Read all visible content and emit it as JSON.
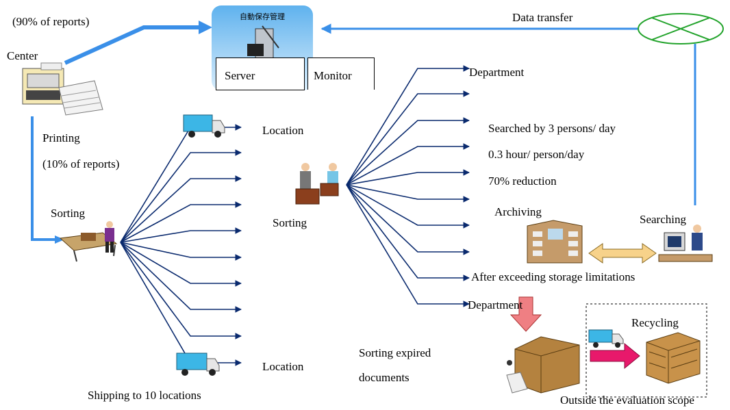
{
  "labels": {
    "pct90": "(90% of reports)",
    "center": "Center",
    "printing": "Printing",
    "pct10": "(10% of reports)",
    "sorting_left": "Sorting",
    "location_top": "Location",
    "location_bottom": "Location",
    "shipping": "Shipping to 10 locations",
    "sorting_mid": "Sorting",
    "sorting_expired_1": "Sorting expired",
    "sorting_expired_2": "documents",
    "department_top": "Department",
    "searched": "Searched by 3 persons/ day",
    "hours": "0.3 hour/ person/day",
    "reduction": "70% reduction",
    "archiving": "Archiving",
    "searching": "Searching",
    "after_exceeding": "After exceeding storage limitations",
    "department_bottom": "Department",
    "recycling": "Recycling",
    "outside_scope": "Outside the evaluation scope",
    "data_transfer": "Data transfer",
    "server": "Server",
    "monitor": "Monitor",
    "server_title": "自動保存管理"
  },
  "colors": {
    "flow_blue": "#3a8fe8",
    "tree_navy": "#0a2a6e",
    "network_green": "#22a32b",
    "pink_arrow": "#ef7f83",
    "magenta_arrow": "#e8196b",
    "double_arrow": "#f7d28a",
    "server_grad_top": "#5fb2ee"
  }
}
